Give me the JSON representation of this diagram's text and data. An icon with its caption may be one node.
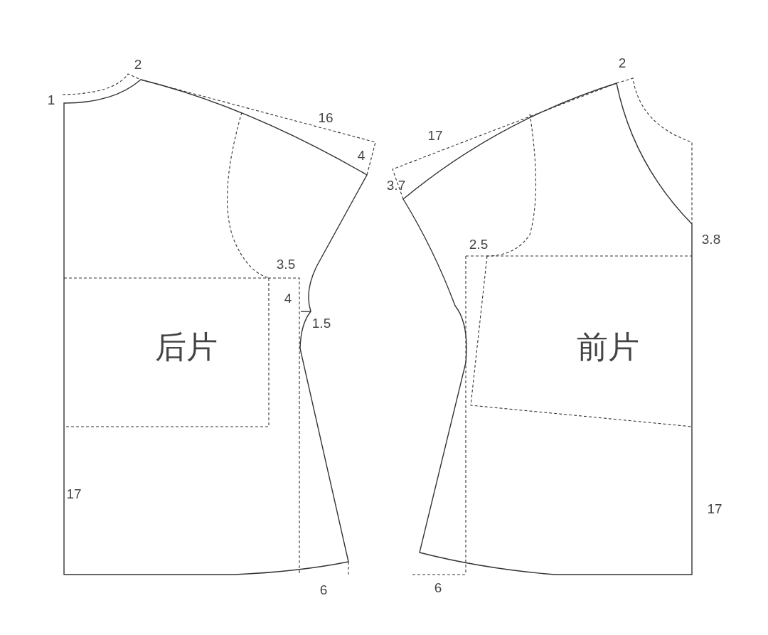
{
  "diagram": {
    "labels": [
      "2",
      "2",
      "1",
      "16",
      "17",
      "4",
      "3.7",
      "3.8",
      "2.5",
      "3.5",
      "4",
      "1.5",
      "后片",
      "前片",
      "17",
      "17",
      "6",
      "6"
    ]
  }
}
